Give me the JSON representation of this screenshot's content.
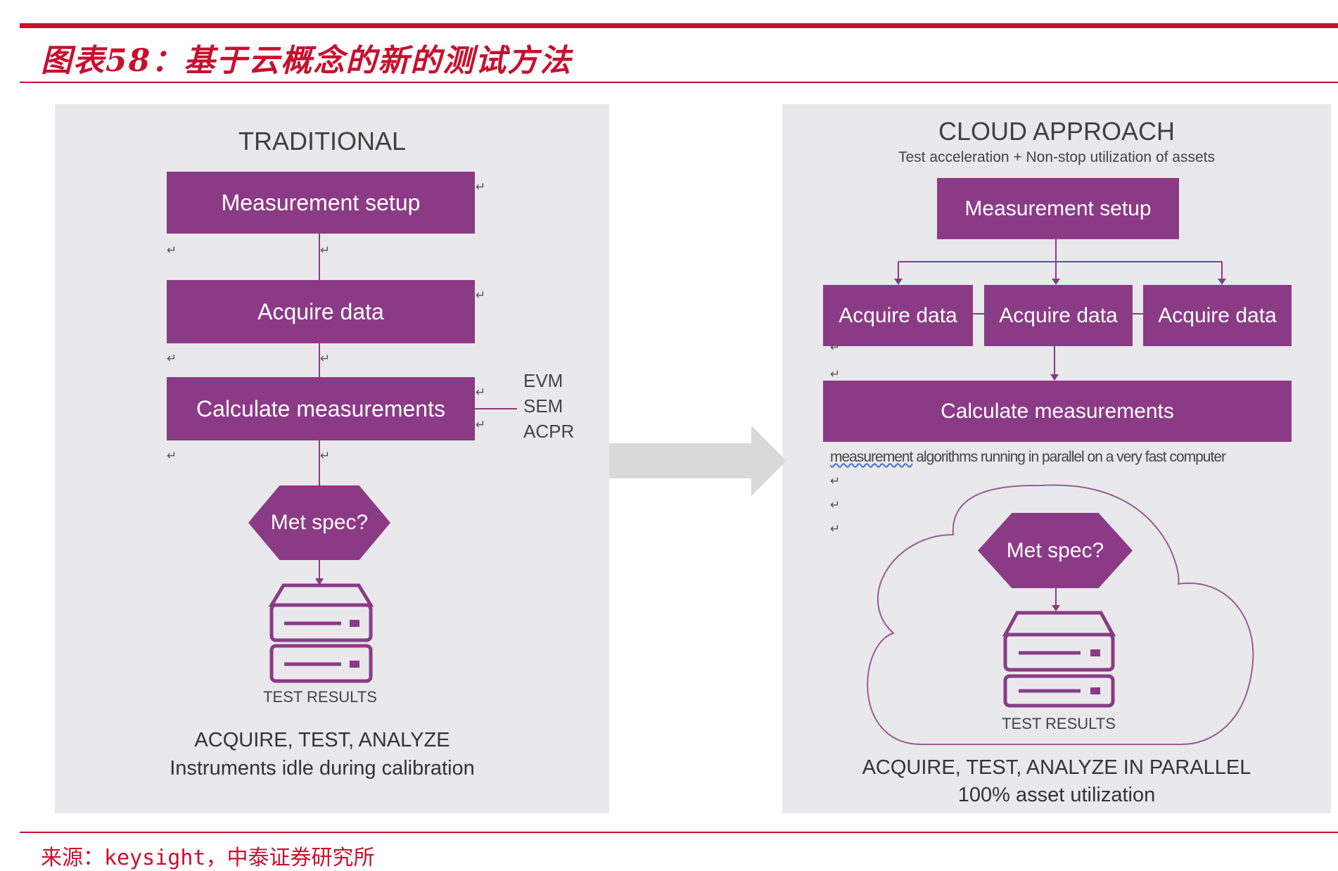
{
  "figure": {
    "title": "图表58：基于云概念的新的测试方法",
    "source": "来源：keysight，中泰证券研究所"
  },
  "colors": {
    "accent_red": "#c8102e",
    "purple": "#8b3a86",
    "panel_bg": "#e9e9eb",
    "arrow_gray": "#d9d9d9"
  },
  "traditional": {
    "heading": "TRADITIONAL",
    "box1": "Measurement  setup",
    "box2": "Acquire data",
    "box3": "Calculate  measurements",
    "metrics": [
      "EVM",
      "SEM",
      "ACPR"
    ],
    "decision": "Met spec?",
    "results_label": "TEST RESULTS",
    "caption1": "ACQUIRE, TEST, ANALYZE",
    "caption2": "Instruments idle during calibration"
  },
  "cloud": {
    "heading": "CLOUD APPROACH",
    "subheading": "Test acceleration + Non-stop utilization of assets",
    "box1": "Measurement setup",
    "acquire": [
      "Acquire data",
      "Acquire data",
      "Acquire data"
    ],
    "calc": "Calculate measurements",
    "note_word": "measurement",
    "note_rest": " algorithms running in parallel on a very fast computer",
    "decision": "Met spec?",
    "results_label": "TEST RESULTS",
    "caption1": "ACQUIRE, TEST, ANALYZE IN PARALLEL",
    "caption2": "100% asset utilization"
  },
  "icons": {
    "server": "server-icon",
    "cloud": "cloud-outline-icon",
    "arrow": "right-arrow-icon",
    "para": "paragraph-mark"
  },
  "para_mark": "↵"
}
